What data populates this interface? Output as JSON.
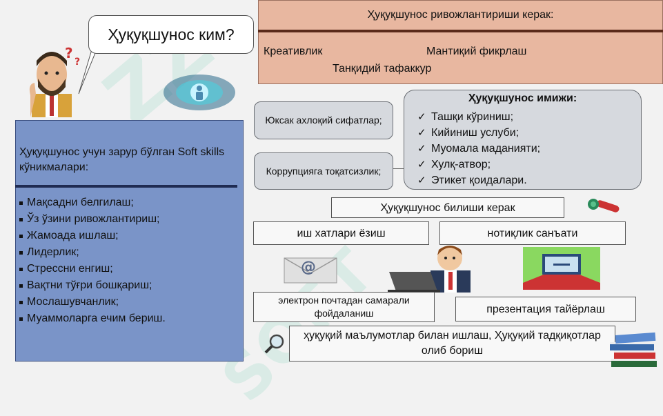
{
  "question_bubble": {
    "text": "Ҳуқуқшунос  ким?"
  },
  "development": {
    "title": "Ҳуқуқшунос  ривожлантириши керак:",
    "items": [
      "Креативлик",
      "Мантиқий фикрлаш",
      "Танқидий тафаккур"
    ]
  },
  "soft_skills": {
    "title": "Ҳуқуқшунос  учун зарур бўлган Soft skills  кўникмалари:",
    "items": [
      " Мақсадни белгилаш;",
      "Ўз ўзини ривожлантириш;",
      "Жамоада ишлаш;",
      "Лидерлик;",
      "Стрессни  енгиш;",
      "Вақтни тўғри бошқариш;",
      "Мослашувчанлик;",
      "Муаммоларга ечим бериш."
    ]
  },
  "qualities": {
    "moral": "Юксак ахлоқий сифатлар;",
    "anticorruption": "Коррупцияга тоқатсизлик;"
  },
  "image": {
    "title": "Ҳуқуқшунос имижи:",
    "items": [
      "Ташқи кўриниш;",
      "Кийиниш услуби;",
      "Муомала маданияти;",
      "Хулқ-атвор;",
      "Этикет қоидалари."
    ]
  },
  "knowledge": {
    "title": "Ҳуқуқшунос билиши керак",
    "docs": "иш хатлари ёзиш",
    "speech": "нотиқлик санъати",
    "email": "электрон почтадан самарали фойдаланиш",
    "presentation": "презентация тайёрлаш",
    "legal": "ҳуқуқий маълумотлар билан ишлаш, Ҳуқуқий  тадқиқотлар олиб бориш"
  },
  "colors": {
    "top_panel": "#e8b7a0",
    "soft_panel": "#7a94c8",
    "gray_box": "#d6d9de",
    "background": "#f2f2f2"
  },
  "icons": [
    "thinking-man-icon",
    "gear-person-icon",
    "email-icon",
    "laptop-man-icon",
    "presentation-screen-icon",
    "microphone-icon",
    "magnifier-icon",
    "books-icon"
  ]
}
